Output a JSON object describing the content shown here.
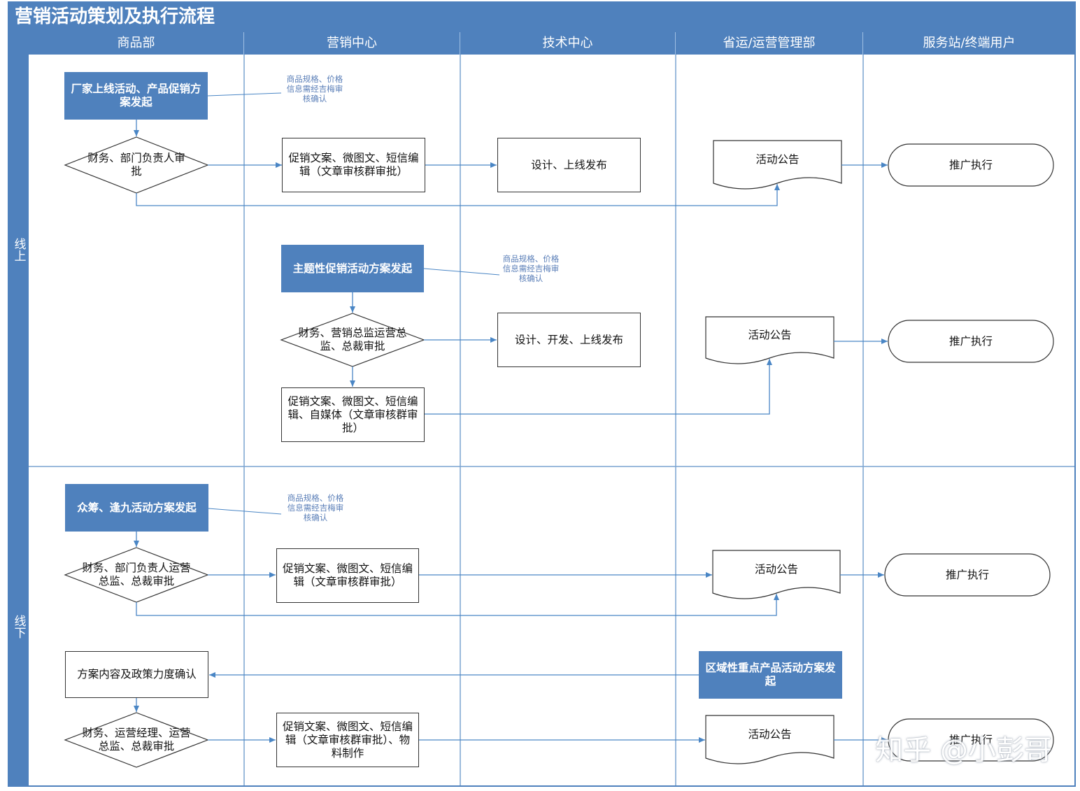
{
  "title": "营销活动策划及执行流程",
  "columns": [
    "商品部",
    "营销中心",
    "技术中心",
    "省运/运营管理部",
    "服务站/终端用户"
  ],
  "rows": [
    "线上",
    "线下"
  ],
  "nodes": {
    "n1": "厂家上线活动、产品促销方案发起",
    "d1": "财务、部门负责人审批",
    "b1": "促销文案、微图文、短信编辑（文章审核群审批）",
    "b2": "设计、上线发布",
    "doc1": "活动公告",
    "t1": "推广执行",
    "n2": "主题性促销活动方案发起",
    "d2": "财务、营销总监运营总监、总裁审批",
    "b3": "设计、开发、上线发布",
    "b4": "促销文案、微图文、短信编辑、自媒体（文章审核群审批）",
    "doc2": "活动公告",
    "t2": "推广执行",
    "n3": "众筹、逢九活动方案发起",
    "d3": "财务、部门负责人运营总监、总裁审批",
    "b5": "促销文案、微图文、短信编辑（文章审核群审批）",
    "doc3": "活动公告",
    "t3": "推广执行",
    "b6": "方案内容及政策力度确认",
    "n4": "区域性重点产品活动方案发起",
    "d4": "财务、运营经理、运营总监、总裁审批",
    "b7": "促销文案、微图文、短信编辑（文章审核群审批）、物料制作",
    "doc4": "活动公告",
    "t4": "推广执行"
  },
  "notes": {
    "note1": "商品规格、价格信息需经吉梅审核确认",
    "note2": "商品规格、价格信息需经吉梅审核确认",
    "note3": "商品规格、价格信息需经吉梅审核确认"
  },
  "watermark": "知乎 @小彭哥",
  "colors": {
    "header": "#4f81bd",
    "line": "#4a86c5",
    "grid": "#7aa3d1"
  }
}
